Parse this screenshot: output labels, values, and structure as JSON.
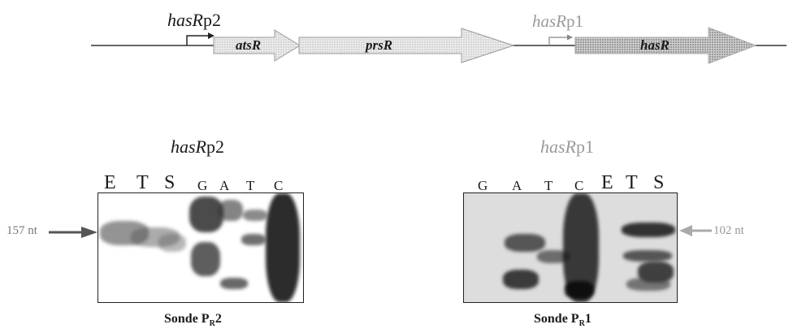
{
  "map": {
    "promoter2": {
      "name": "hasR",
      "suffix": "p2"
    },
    "promoter1": {
      "name": "hasR",
      "suffix": "p1"
    },
    "genes": [
      "atsR",
      "prsR",
      "hasR"
    ]
  },
  "panels": [
    {
      "title_name": "hasR",
      "title_suffix": "p2",
      "lanes_big": [
        "E",
        "T",
        "S"
      ],
      "lanes_small": [
        "G",
        "A",
        "T",
        "C"
      ],
      "marker": "157 nt",
      "probe_prefix": "Sonde P",
      "probe_sub": "R",
      "probe_num": "2"
    },
    {
      "title_name": "hasR",
      "title_suffix": "p1",
      "lanes_small": [
        "G",
        "A",
        "T",
        "C"
      ],
      "lanes_big": [
        "E",
        "T",
        "S"
      ],
      "marker": "102 nt",
      "probe_prefix": "Sonde P",
      "probe_sub": "R",
      "probe_num": "1"
    }
  ]
}
